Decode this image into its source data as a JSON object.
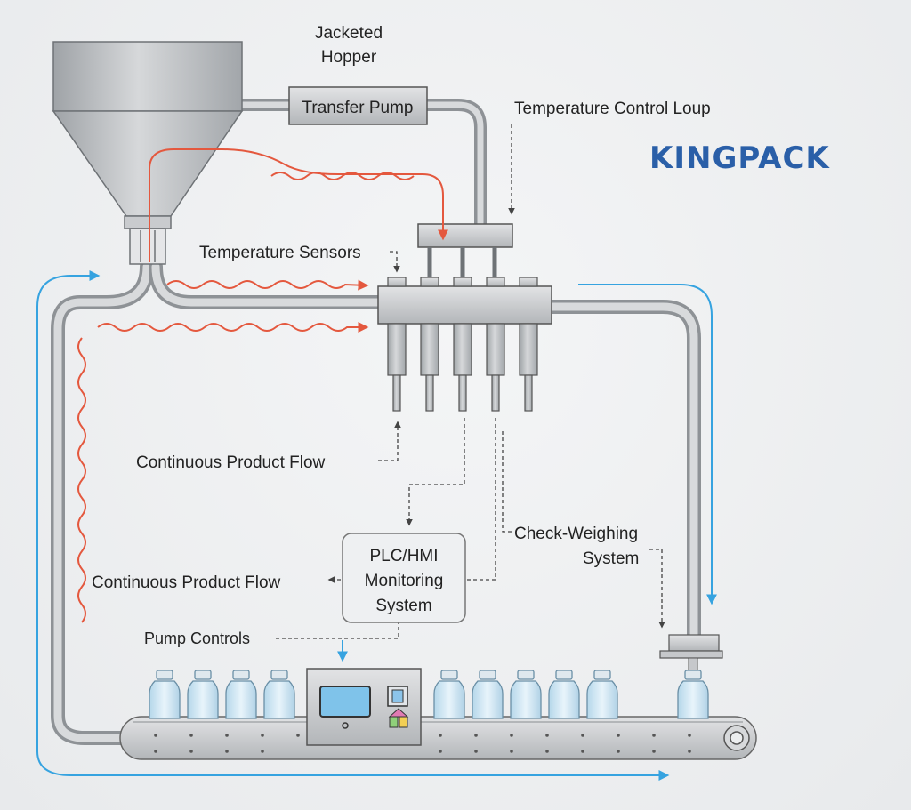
{
  "brand": {
    "name": "KINGPACK",
    "color": "#2a5fa8"
  },
  "labels": {
    "hopper_line1": "Jacketed",
    "hopper_line2": "Hopper",
    "transfer_pump": "Transfer Pump",
    "temp_loop": "Temperature Control Loup",
    "temp_sensors": "Temperature Sensors",
    "flow_top": "Continuous Product Flow",
    "flow_left": "Continuous Product Flow",
    "plc_line1": "PLC/HMI",
    "plc_line2": "Monitoring",
    "plc_line3": "System",
    "checkweigh_line1": "Check-Weighing",
    "checkweigh_line2": "System",
    "pump_controls": "Pump Controls"
  },
  "colors": {
    "heat": "#e4583e",
    "flow": "#36a3e0",
    "steel": "#b9bcbf",
    "bottle": "#cfe6f2"
  }
}
